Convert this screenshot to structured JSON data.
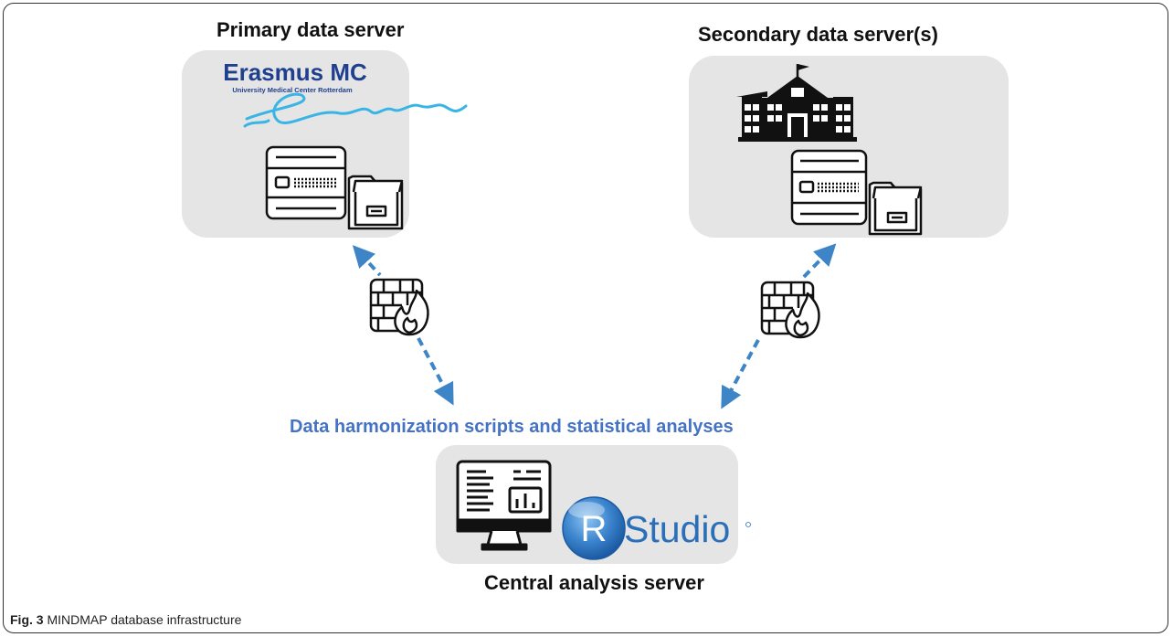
{
  "titles": {
    "primary": "Primary data server",
    "secondary": "Secondary data server(s)",
    "central": "Central analysis server",
    "middle": "Data harmonization scripts and statistical analyses"
  },
  "erasmus_logo": {
    "name": "Erasmus MC",
    "subtitle": "University Medical Center Rotterdam",
    "signature": "Erasmus",
    "color": "#1f3f8f",
    "signature_color": "#38b5e5"
  },
  "rstudio_logo": {
    "letter": "R",
    "text": "Studio",
    "color": "#2a6fb8"
  },
  "caption": {
    "fig_label": "Fig. 3",
    "text": "MINDMAP database infrastructure"
  },
  "colors": {
    "arrow": "#3d85c6",
    "panel": "#e5e5e5",
    "middle_caption": "#4472c4"
  },
  "icons": [
    "server-icon",
    "folder-icon",
    "school-building-icon",
    "firewall-icon",
    "monitor-icon"
  ]
}
